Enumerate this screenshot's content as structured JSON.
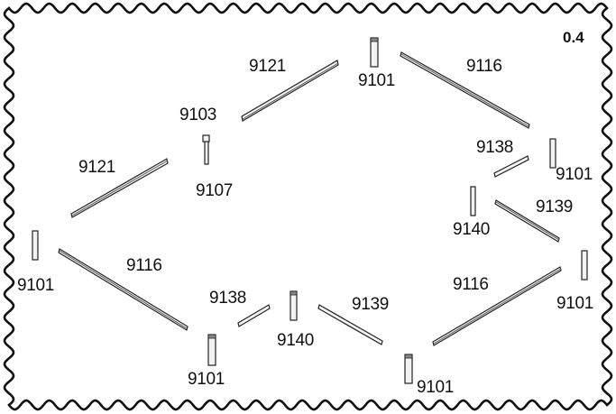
{
  "step": "0.4",
  "parts": [
    {
      "id": "label-9121-top",
      "text": "9121"
    },
    {
      "id": "label-9101-top",
      "text": "9101"
    },
    {
      "id": "label-9116-top",
      "text": "9116"
    },
    {
      "id": "label-9103",
      "text": "9103"
    },
    {
      "id": "label-9138-right",
      "text": "9138"
    },
    {
      "id": "label-9101-right-upper",
      "text": "9101"
    },
    {
      "id": "label-9121-left",
      "text": "9121"
    },
    {
      "id": "label-9107",
      "text": "9107"
    },
    {
      "id": "label-9139-right",
      "text": "9139"
    },
    {
      "id": "label-9140-right",
      "text": "9140"
    },
    {
      "id": "label-9101-left",
      "text": "9101"
    },
    {
      "id": "label-9116-left",
      "text": "9116"
    },
    {
      "id": "label-9116-right",
      "text": "9116"
    },
    {
      "id": "label-9101-right-lower",
      "text": "9101"
    },
    {
      "id": "label-9138-bottom",
      "text": "9138"
    },
    {
      "id": "label-9139-bottom",
      "text": "9139"
    },
    {
      "id": "label-9140-bottom",
      "text": "9140"
    },
    {
      "id": "label-9101-bottom-left",
      "text": "9101"
    },
    {
      "id": "label-9101-bottom-right",
      "text": "9101"
    }
  ]
}
